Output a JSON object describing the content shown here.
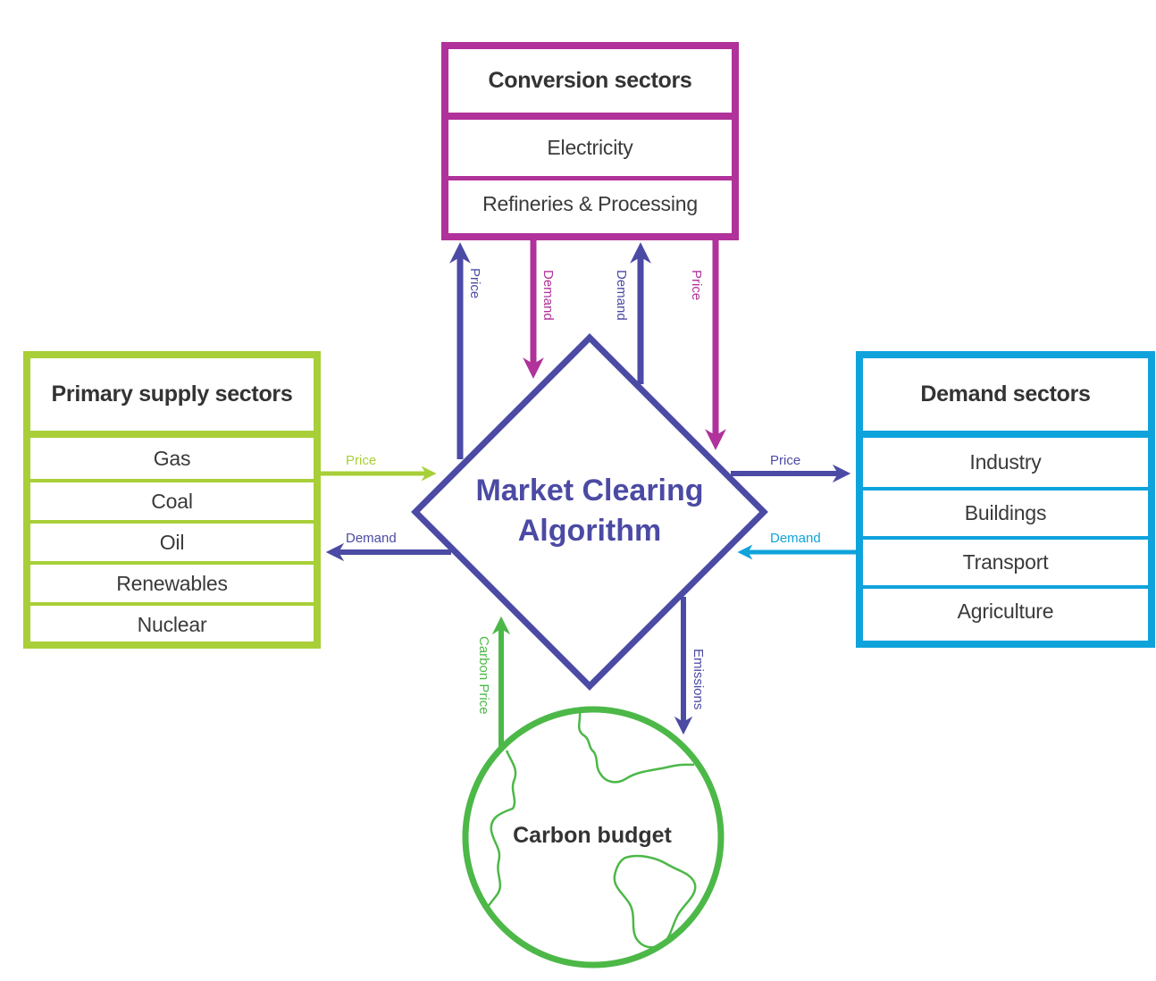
{
  "colors": {
    "conversion": "#b0329a",
    "supply": "#a8cf38",
    "demand": "#0fa3dc",
    "core": "#4b4aa4",
    "carbon": "#4cb848",
    "text": "#333333"
  },
  "conversion_box": {
    "title": "Conversion sectors",
    "items": [
      "Electricity",
      "Refineries & Processing"
    ]
  },
  "supply_box": {
    "title": "Primary supply sectors",
    "items": [
      "Gas",
      "Coal",
      "Oil",
      "Renewables",
      "Nuclear"
    ]
  },
  "demand_box": {
    "title": "Demand sectors",
    "items": [
      "Industry",
      "Buildings",
      "Transport",
      "Agriculture"
    ]
  },
  "core": {
    "line1": "Market Clearing",
    "line2": "Algorithm"
  },
  "carbon": {
    "label": "Carbon budget"
  },
  "flows": {
    "conv_price_up": "Price",
    "conv_demand_down": "Demand",
    "conv_demand_up": "Demand",
    "conv_price_down": "Price",
    "supply_price": "Price",
    "supply_demand": "Demand",
    "demand_price": "Price",
    "demand_demand": "Demand",
    "carbon_price": "Carbon Price",
    "emissions": "Emissions"
  }
}
